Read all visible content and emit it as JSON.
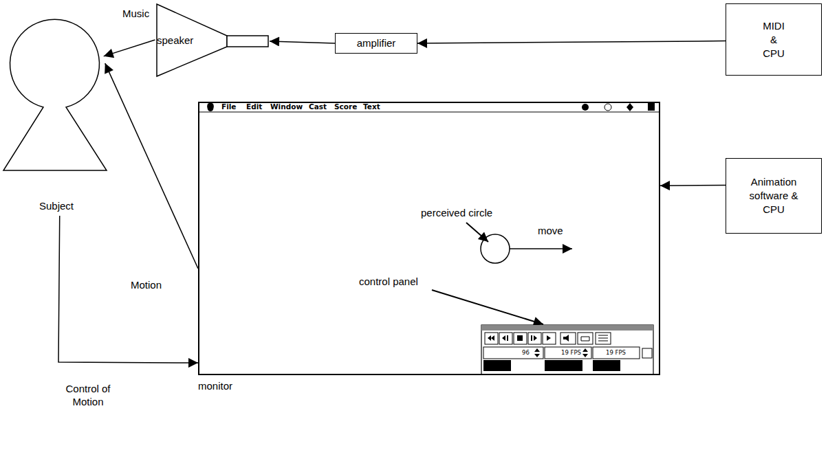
{
  "diagram": {
    "nodes": [
      {
        "text": [
          "Subject"
        ]
      },
      {
        "text": [
          "speaker"
        ]
      },
      {
        "text": [
          "amplifier"
        ]
      },
      {
        "text": [
          "MIDI & CPU"
        ]
      },
      {
        "text": [
          "monitor"
        ]
      },
      {
        "text": [
          "Animation software & CPU"
        ]
      }
    ],
    "edges": [
      {
        "from": 1,
        "to": 0,
        "arrow": "to",
        "label": "Music"
      },
      {
        "from": 2,
        "to": 1,
        "arrow": "to"
      },
      {
        "from": 3,
        "to": 2,
        "arrow": "to"
      },
      {
        "from": 5,
        "to": 4,
        "arrow": "to"
      },
      {
        "from": 4,
        "to": 0,
        "arrow": "to",
        "label": "Motion"
      },
      {
        "from": 0,
        "to": 4,
        "arrow": "to",
        "label": "Control of Motion"
      }
    ],
    "labels": [
      "perceived circle",
      "move",
      "control panel",
      "File",
      "Edit",
      "Window",
      "Cast",
      "Score",
      "Text",
      "96",
      "19 FPS",
      "19 FPS"
    ]
  }
}
